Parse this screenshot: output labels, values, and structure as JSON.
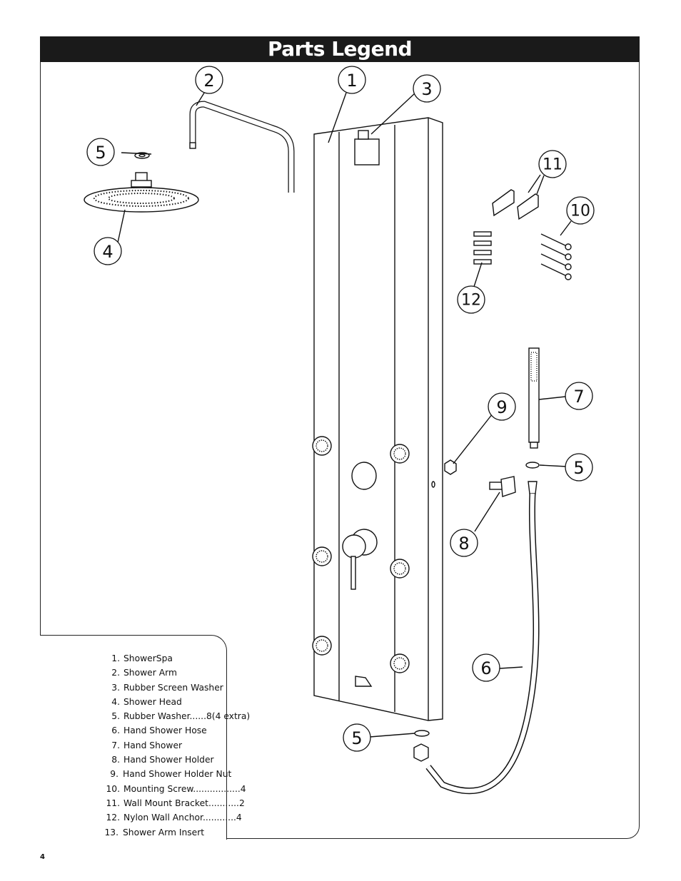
{
  "header": {
    "title": "Parts Legend"
  },
  "legend": {
    "items": [
      {
        "num": "1.",
        "text": "ShowerSpa"
      },
      {
        "num": "2.",
        "text": "Shower Arm"
      },
      {
        "num": "3.",
        "text": "Rubber Screen Washer"
      },
      {
        "num": "4.",
        "text": "Shower Head"
      },
      {
        "num": "5.",
        "text": "Rubber Washer......8(4 extra)"
      },
      {
        "num": "6.",
        "text": "Hand Shower Hose"
      },
      {
        "num": "7.",
        "text": "Hand Shower"
      },
      {
        "num": "8.",
        "text": "Hand Shower Holder"
      },
      {
        "num": "9.",
        "text": "Hand Shower Holder Nut"
      },
      {
        "num": "10.",
        "text": "Mounting Screw.................4"
      },
      {
        "num": "11.",
        "text": "Wall Mount Bracket...........2"
      },
      {
        "num": "12.",
        "text": "Nylon Wall Anchor............4"
      },
      {
        "num": "13.",
        "text": "Shower Arm Insert"
      }
    ]
  },
  "callouts": {
    "c1": "1",
    "c2": "2",
    "c3": "3",
    "c4": "4",
    "c5a": "5",
    "c5b": "5",
    "c5c": "5",
    "c6": "6",
    "c7": "7",
    "c8": "8",
    "c9": "9",
    "c10": "10",
    "c11": "11",
    "c12": "12"
  },
  "footer": {
    "page_number": "4"
  }
}
